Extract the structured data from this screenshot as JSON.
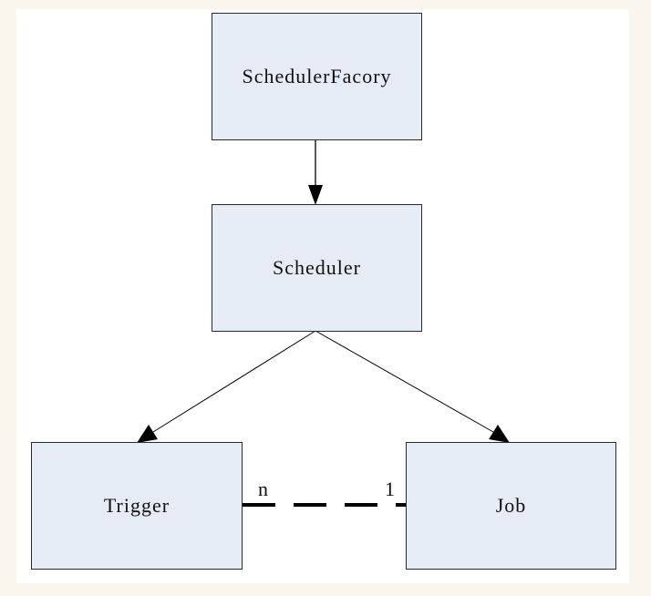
{
  "nodes": {
    "scheduler_factory": "SchedulerFacory",
    "scheduler": "Scheduler",
    "trigger": "Trigger",
    "job": "Job"
  },
  "relations": {
    "trigger_multiplicity": "n",
    "job_multiplicity": "1"
  },
  "colors": {
    "node_fill": "#e6ecf6",
    "border": "#2a2a2a",
    "background": "#faf6ee"
  }
}
